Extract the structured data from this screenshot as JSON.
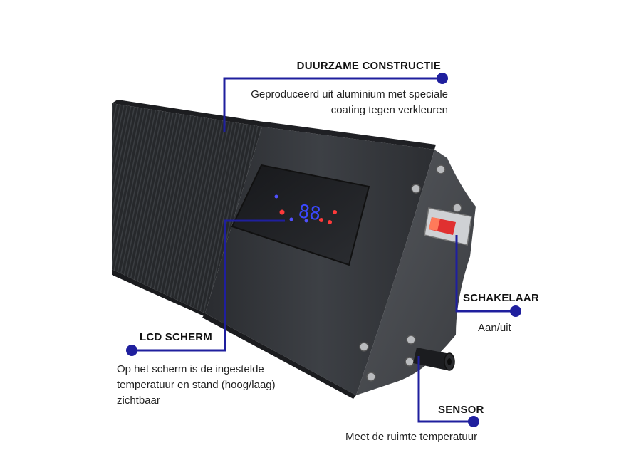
{
  "accent_color": "#1f1f9e",
  "callouts": {
    "constructie": {
      "title": "DUURZAME CONSTRUCTIE",
      "lines": [
        "Geproduceerd uit aluminium met speciale",
        "coating tegen verkleuren"
      ]
    },
    "schakelaar": {
      "title": "SCHAKELAAR",
      "lines": [
        "Aan/uit"
      ]
    },
    "lcd": {
      "title": "LCD SCHERM",
      "lines": [
        "Op het scherm is de ingestelde",
        "temperatuur en stand (hoog/laag)",
        "zichtbaar"
      ]
    },
    "sensor": {
      "title": "SENSOR",
      "lines": [
        "Meet de ruimte temperatuur"
      ]
    }
  }
}
